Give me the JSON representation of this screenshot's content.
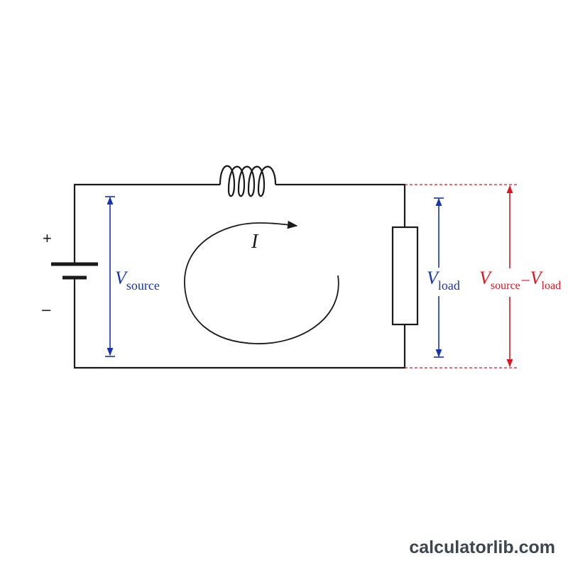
{
  "labels": {
    "plus": "+",
    "minus": "–",
    "current": "I",
    "v": "V",
    "source_sub": "source",
    "load_sub": "load",
    "dash": "–"
  },
  "watermark": "calculatorlib.com",
  "colors": {
    "wire": "#1a1a1a",
    "source_voltage": "#1535b0",
    "load_voltage": "#1535b0",
    "drop_voltage": "#e0141e"
  }
}
